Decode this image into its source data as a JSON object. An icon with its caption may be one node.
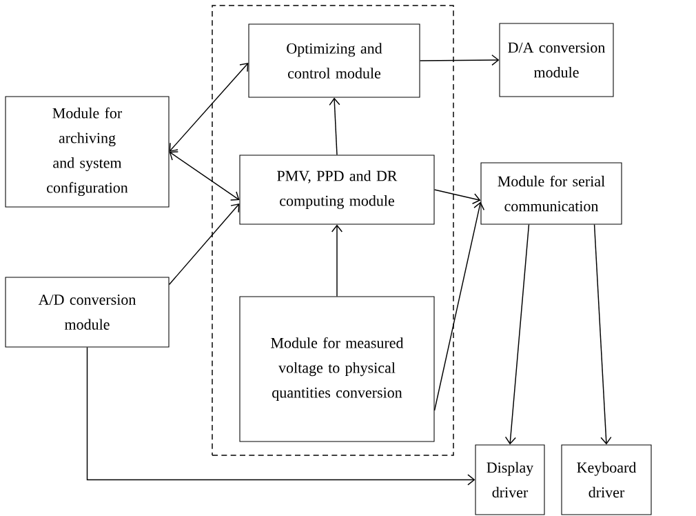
{
  "diagram": {
    "nodes": [
      {
        "text": [],
        "shape": "box"
      },
      {
        "text": [
          "Optimizing and control module"
        ],
        "in": 0
      },
      {
        "text": [
          "D/A conversion module"
        ]
      },
      {
        "text": [
          "Module for archiving and system configuration"
        ]
      },
      {
        "text": [
          "PMV, PPD and DR computing module"
        ],
        "in": 0
      },
      {
        "text": [
          "Module for serial communication"
        ]
      },
      {
        "text": [
          "A/D conversion module"
        ]
      },
      {
        "text": [
          "Module for measured voltage to physical quantities conversion"
        ],
        "in": 0
      },
      {
        "text": [
          "Display driver"
        ]
      },
      {
        "text": [
          "Keyboard driver"
        ]
      }
    ],
    "edges": [
      {
        "from": 1,
        "to": 2,
        "arrow": "to"
      },
      {
        "from": 3,
        "to": 1,
        "arrow": "both"
      },
      {
        "from": 3,
        "to": 4,
        "arrow": "both"
      },
      {
        "from": 4,
        "to": 1,
        "arrow": "to"
      },
      {
        "from": 6,
        "to": 4,
        "arrow": "to"
      },
      {
        "from": 4,
        "to": 5,
        "arrow": "to"
      },
      {
        "from": 7,
        "to": 4,
        "arrow": "to"
      },
      {
        "from": 7,
        "to": 5,
        "arrow": "to"
      },
      {
        "from": 5,
        "to": 8,
        "arrow": "to"
      },
      {
        "from": 5,
        "to": 9,
        "arrow": "to"
      },
      {
        "from": 6,
        "to": 8,
        "arrow": "to"
      }
    ]
  }
}
